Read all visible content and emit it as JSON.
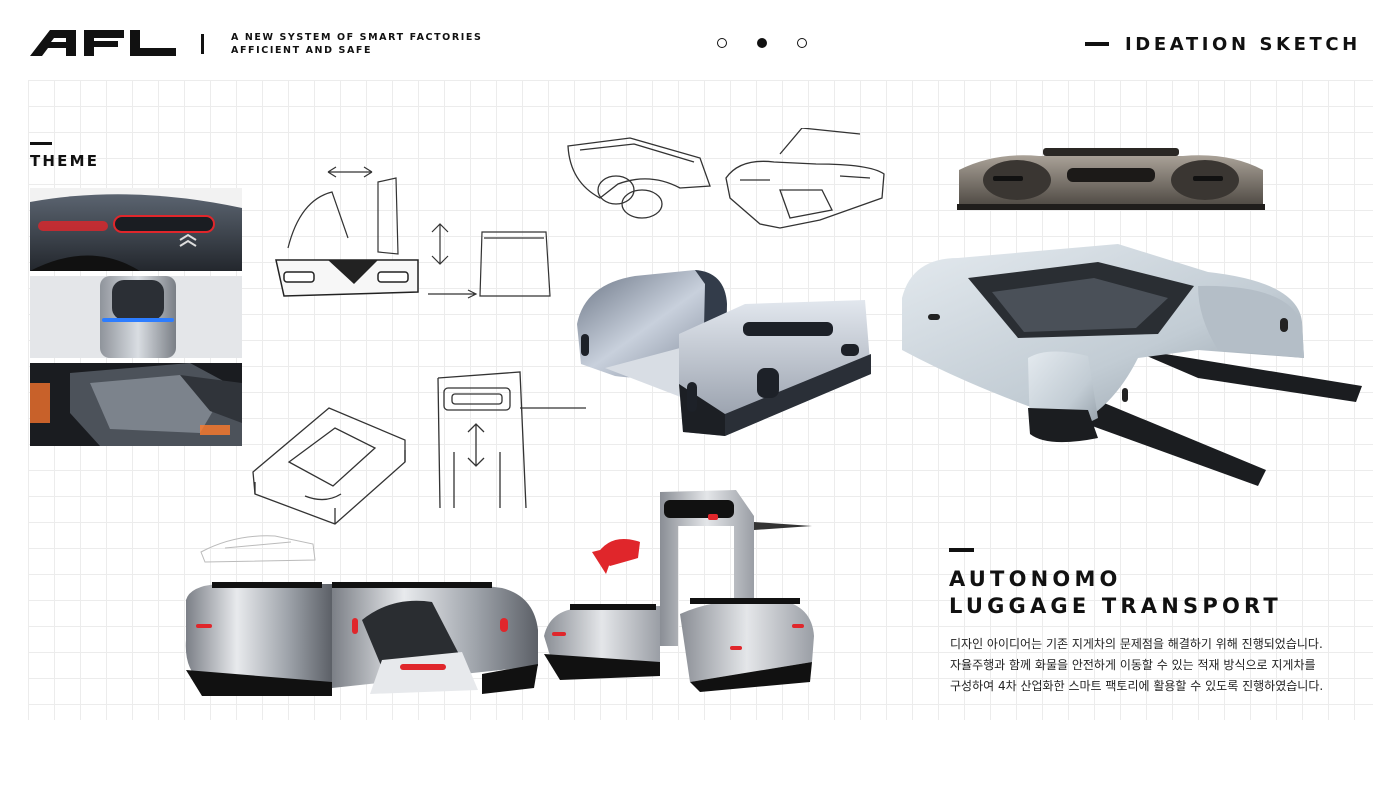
{
  "header": {
    "logo_text": "AFL",
    "tagline_line1": "A NEW SYSTEM OF SMART FACTORIES",
    "tagline_line2": "AFFICIENT AND SAFE",
    "pagination": {
      "total": 3,
      "active": 2
    },
    "section_title": "IDEATION SKETCH"
  },
  "theme": {
    "label": "THEME",
    "images": [
      "car-taillight-photo",
      "device-blue-light-photo",
      "mech-robot-photo"
    ]
  },
  "sketches": [
    "tilting-arm-sketch",
    "tilt-profile-sketch",
    "twin-roller-sketch",
    "flat-roller-sketch",
    "cart-outline-sketch",
    "lift-mast-sketch",
    "small-cart-sketch"
  ],
  "renders": [
    "lifter-module-render",
    "dark-roller-render",
    "forklift-platform-render",
    "transport-pods-render",
    "lift-tower-render"
  ],
  "content": {
    "headline_line1": "AUTONOMO",
    "headline_line2": "LUGGAGE TRANSPORT",
    "desc_line1": "디자인 아이디어는 기존 지게차의 문제점을 해결하기 위해 진행되었습니다.",
    "desc_line2": "자율주행과 함께 화물을 안전하게 이동할 수 있는 적재 방식으로 지게차를",
    "desc_line3": "구성하여 4차 산업화한 스마트 팩토리에 활용할 수 있도록 진행하였습니다."
  },
  "colors": {
    "ink": "#111111",
    "accent_red": "#e0262b",
    "accent_blue": "#2d7dff",
    "grid": "#ececec",
    "body_silver": "#c9d2db"
  }
}
